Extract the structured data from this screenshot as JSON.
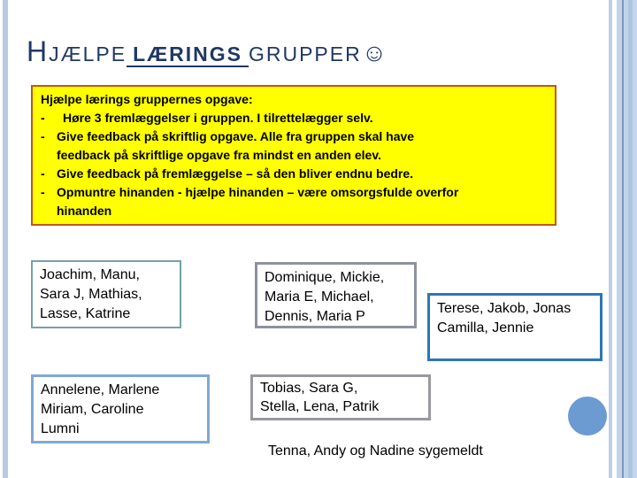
{
  "slide_title": {
    "prefix_cap": "H",
    "prefix_rest": "JÆLPE",
    "emphasis": "LÆRINGS",
    "suffix": "GRUPPER",
    "smiley": "☺"
  },
  "task_box": {
    "heading": "Hjælpe lærings gruppernes opgave:",
    "bullet_marker": "-",
    "bullets": [
      "Høre 3 fremlæggelser i gruppen. I tilrettelægger selv.",
      "Give feedback på skriftlig opgave. Alle fra gruppen skal have\nfeedback på skriftlige opgave fra mindst en anden elev.",
      "Give feedback på fremlæggelse – så den bliver endnu bedre.",
      "Opmuntre hinanden - hjælpe hinanden – være omsorgsfulde overfor\nhinanden"
    ],
    "background": "#FFFF00",
    "border_color": "#BF5815"
  },
  "groups": [
    {
      "name": "group-1",
      "members": "Joachim, Manu,\nSara J, Mathias,\nLasse, Katrine",
      "border": "#74A2A8"
    },
    {
      "name": "group-2",
      "members": "Dominique, Mickie,\nMaria E, Michael,\nDennis, Maria P",
      "border": "#8C92A0"
    },
    {
      "name": "group-3",
      "members": "Terese, Jakob, Jonas\nCamilla, Jennie",
      "border": "#2E75B6"
    },
    {
      "name": "group-4",
      "members": "Annelene, Marlene\nMiriam, Caroline\nLumni",
      "border": "#7FA8D4"
    },
    {
      "name": "group-5",
      "members": "Tobias, Sara G,\nStella, Lena, Patrik",
      "border": "#97999F"
    }
  ],
  "footer_note": "Tenna, Andy og Nadine sygemeldt",
  "colors": {
    "title": "#1F3864",
    "accent_circle": "#6C9BD2",
    "edge_stripe": "#BCCFE5"
  }
}
